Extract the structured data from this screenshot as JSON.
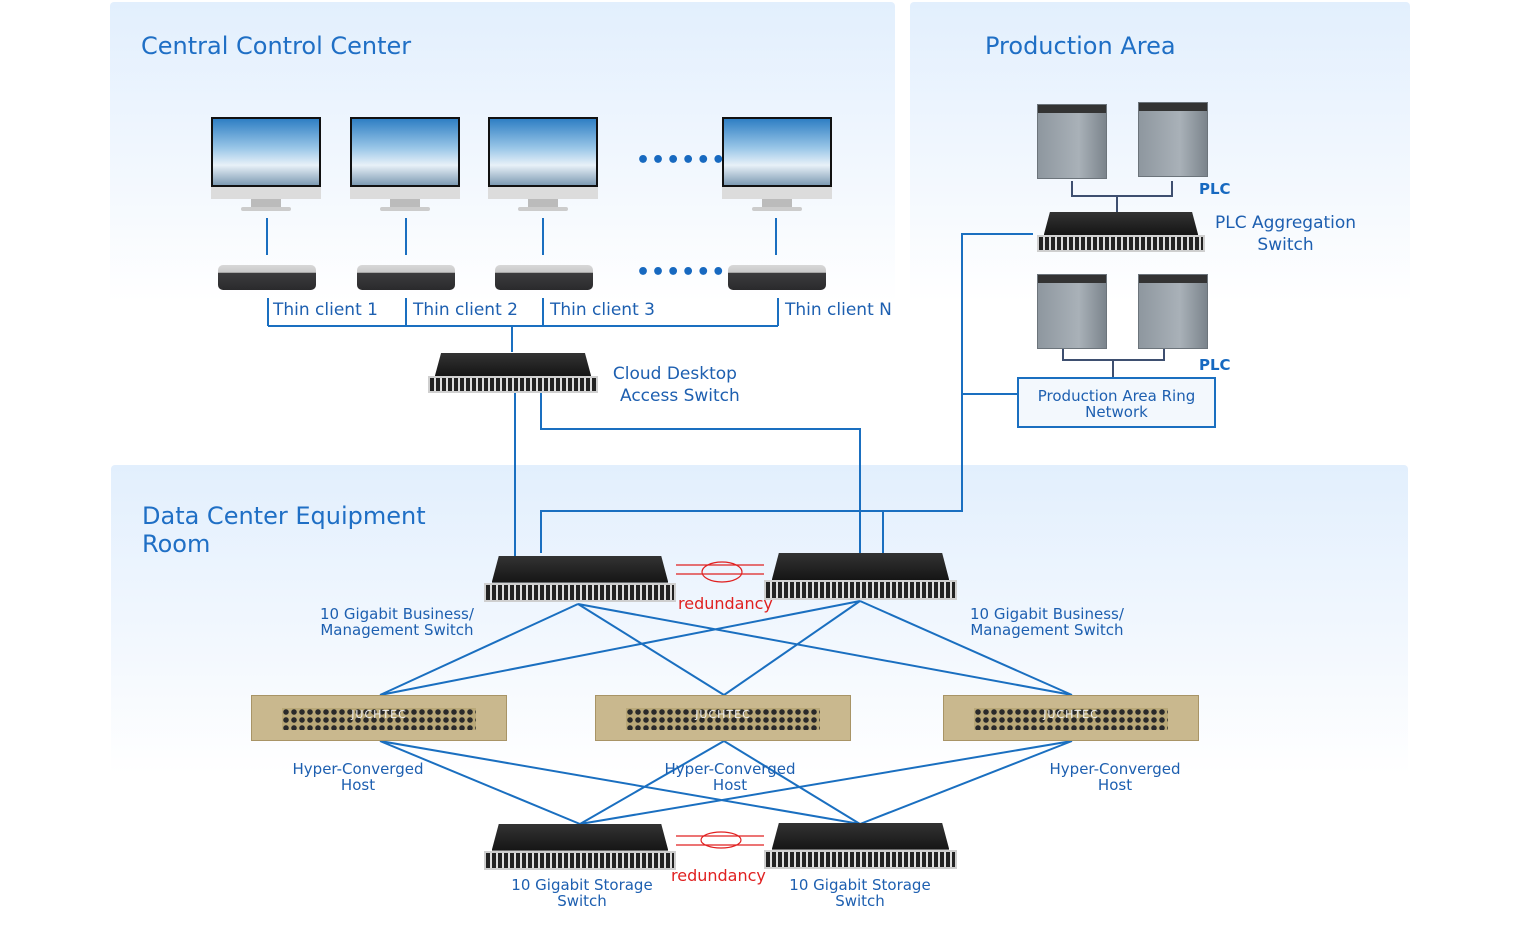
{
  "sections": {
    "central": "Central Control Center",
    "production": "Production Area",
    "datacenter": "Data Center Equipment Room"
  },
  "thin_clients": [
    "Thin client 1",
    "Thin client 2",
    "Thin client 3",
    "Thin client N"
  ],
  "ellipsis": "••••••",
  "cloud_switch": {
    "line1": "Cloud Desktop",
    "line2": "Access Switch"
  },
  "plc_label": "PLC",
  "plc_switch": {
    "line1": "PLC Aggregation",
    "line2": "Switch"
  },
  "ring": {
    "line1": "Production Area Ring",
    "line2": "Network"
  },
  "biz_switch": {
    "line1": "10 Gigabit Business/",
    "line2": "Management Switch"
  },
  "redundancy": "redundancy",
  "host": {
    "line1": "Hyper-Converged",
    "line2": "Host",
    "brand": "JUCHTEC"
  },
  "storage_switch": {
    "line1": "10 Gigabit Storage",
    "line2": "Switch"
  },
  "colors": {
    "line": "#1a6fc0",
    "redundancy": "#e02020",
    "title": "#1f6fc5"
  }
}
